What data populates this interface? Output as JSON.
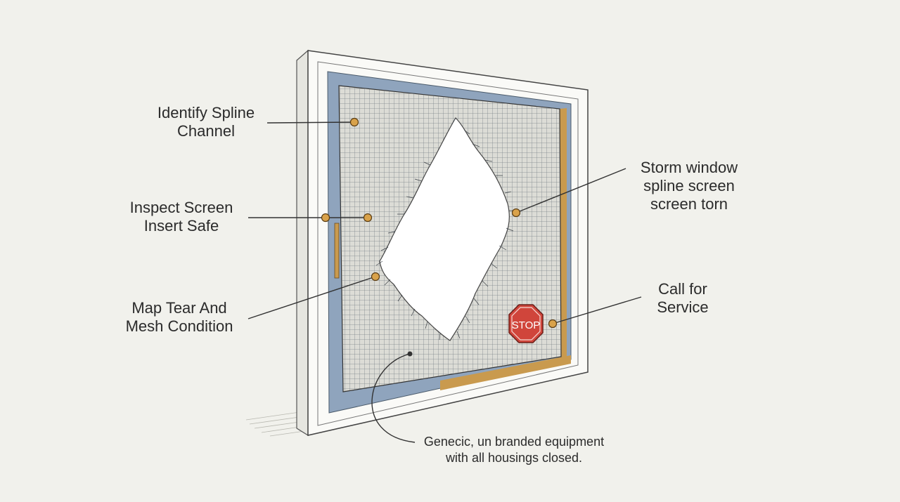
{
  "labels": {
    "spline_channel": [
      "Identify Spline",
      "Channel"
    ],
    "inspect_screen": [
      "Inspect Screen",
      "Insert Safe"
    ],
    "map_tear": [
      "Map Tear And",
      "Mesh Condition"
    ],
    "storm_window": [
      "Storm window",
      "spline screen",
      "screen torn"
    ],
    "call_service": [
      "Call for",
      "Service"
    ],
    "equipment_note": [
      "Genecic, un branded equipment",
      "with all housings closed."
    ]
  },
  "sign_text": "STOP",
  "colors": {
    "background": "#f1f1ec",
    "frame": "#fafaf7",
    "spline": "#8fa4bd",
    "wood": "#c99a4e",
    "mesh": "#5c6670",
    "marker": "#d9a24a",
    "stop": "#d0453b",
    "line": "#333333"
  }
}
